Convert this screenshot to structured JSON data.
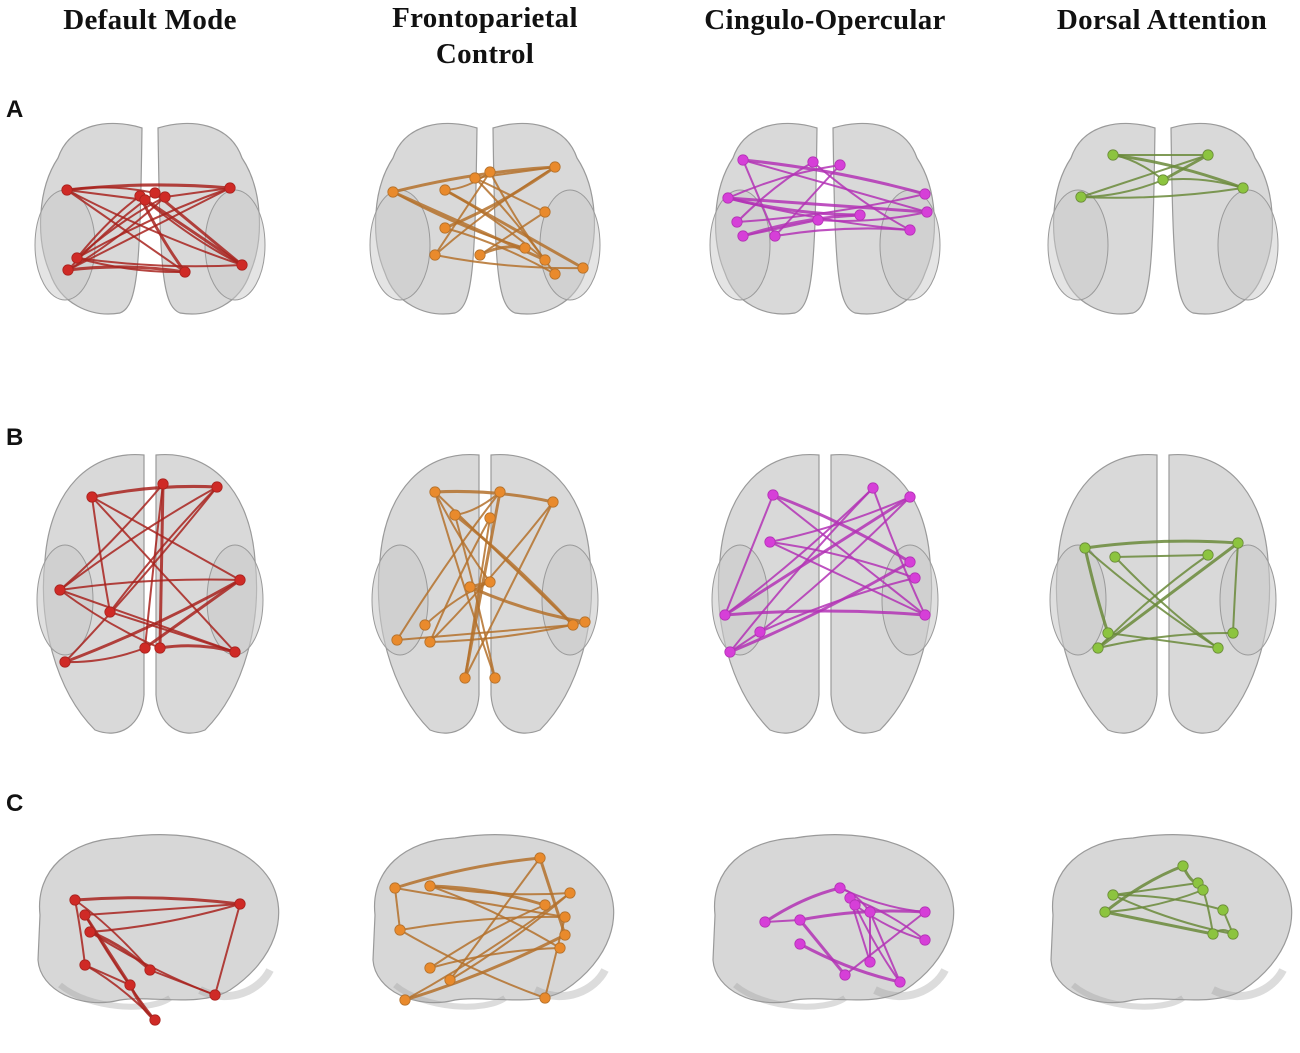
{
  "columns": [
    {
      "title": "Default Mode",
      "color": "#cf2a26",
      "edge": "#a8231f"
    },
    {
      "title": "Frontoparietal Control",
      "title_line1": "Frontoparietal",
      "title_line2": "Control",
      "color": "#e98a2c",
      "edge": "#b4712b"
    },
    {
      "title": "Cingulo-Opercular",
      "color": "#d63fd8",
      "edge": "#b332b5"
    },
    {
      "title": "Dorsal Attention",
      "color": "#8cc43f",
      "edge": "#6a8a3a"
    }
  ],
  "rows": [
    {
      "label": "A",
      "view": "coronal"
    },
    {
      "label": "B",
      "view": "axial"
    },
    {
      "label": "C",
      "view": "sagittal"
    }
  ],
  "colors": {
    "brain_fill": "#c9c9c9",
    "brain_stroke": "#9a9a9a",
    "background": "#ffffff"
  }
}
